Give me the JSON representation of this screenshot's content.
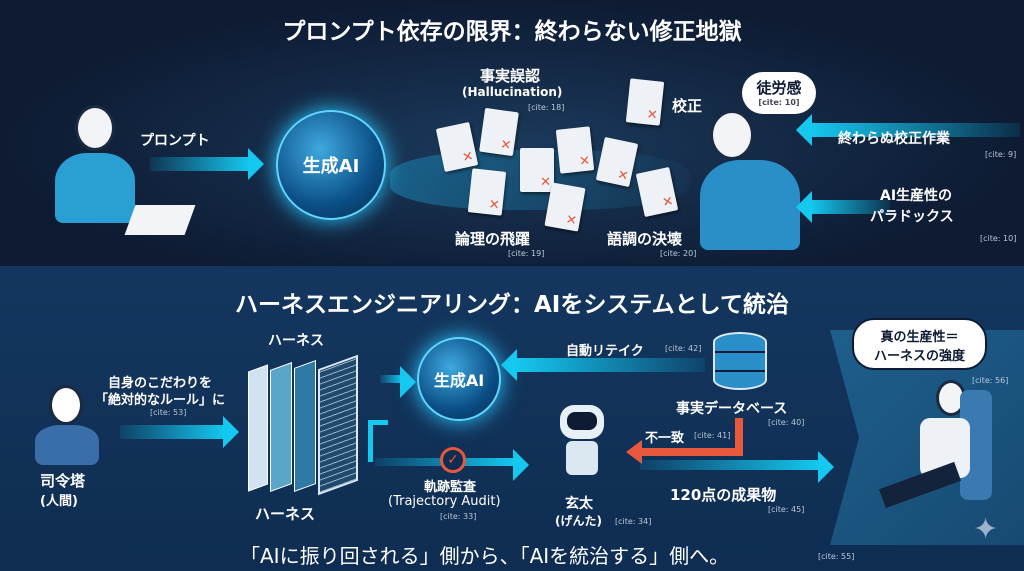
{
  "top": {
    "title": "プロンプト依存の限界：終わらない修正地獄",
    "prompt_label": "プロンプト",
    "gen_ai": "生成AI",
    "hallucination": {
      "label": "事実誤認",
      "sub": "(Hallucination)",
      "cite": "[cite: 18]"
    },
    "logic_leap": {
      "label": "論理の飛躍",
      "cite": "[cite: 19]"
    },
    "tone_break": {
      "label": "語調の決壊",
      "cite": "[cite: 20]"
    },
    "proofread": "校正",
    "futility": {
      "label": "徒労感",
      "cite": "[cite: 10]"
    },
    "endless_proofread": {
      "label": "終わらぬ校正作業",
      "cite": "[cite: 9]"
    },
    "paradox": {
      "line1": "AI生産性の",
      "line2": "パラドックス",
      "cite": "[cite: 10]"
    }
  },
  "bottom": {
    "title": "ハーネスエンジニアリング：AIをシステムとして統治",
    "commander": {
      "line1": "司令塔",
      "line2": "(人間)"
    },
    "rules": {
      "line1": "自身のこだわりを",
      "line2": "「絶対的なルール」に",
      "cite": "[cite: 53]"
    },
    "harness_top": "ハーネス",
    "harness_bottom": "ハーネス",
    "gen_ai": "生成AI",
    "auto_retake": {
      "label": "自動リテイク",
      "cite": "[cite: 42]"
    },
    "database": {
      "label": "事実データベース",
      "cite": "[cite: 40]"
    },
    "mismatch": {
      "label": "不一致",
      "cite": "[cite: 41]"
    },
    "audit": {
      "line1": "軌跡監査",
      "line2": "(Trajectory Audit)",
      "cite": "[cite: 33]"
    },
    "robot": {
      "line1": "玄太",
      "line2": "(げんた)",
      "cite": "[cite: 34]"
    },
    "output": {
      "label": "120点の成果物",
      "cite": "[cite: 45]"
    },
    "thought": {
      "line1": "真の生産性＝",
      "line2": "ハーネスの強度",
      "cite": "[cite: 56]"
    },
    "footer": {
      "text": "「AIに振り回される」側から、「AIを統治する」側へ。",
      "cite": "[cite: 55]"
    }
  },
  "colors": {
    "cyan": "#14c8f0",
    "orange": "#e8583c",
    "navy": "#0e1b33"
  }
}
